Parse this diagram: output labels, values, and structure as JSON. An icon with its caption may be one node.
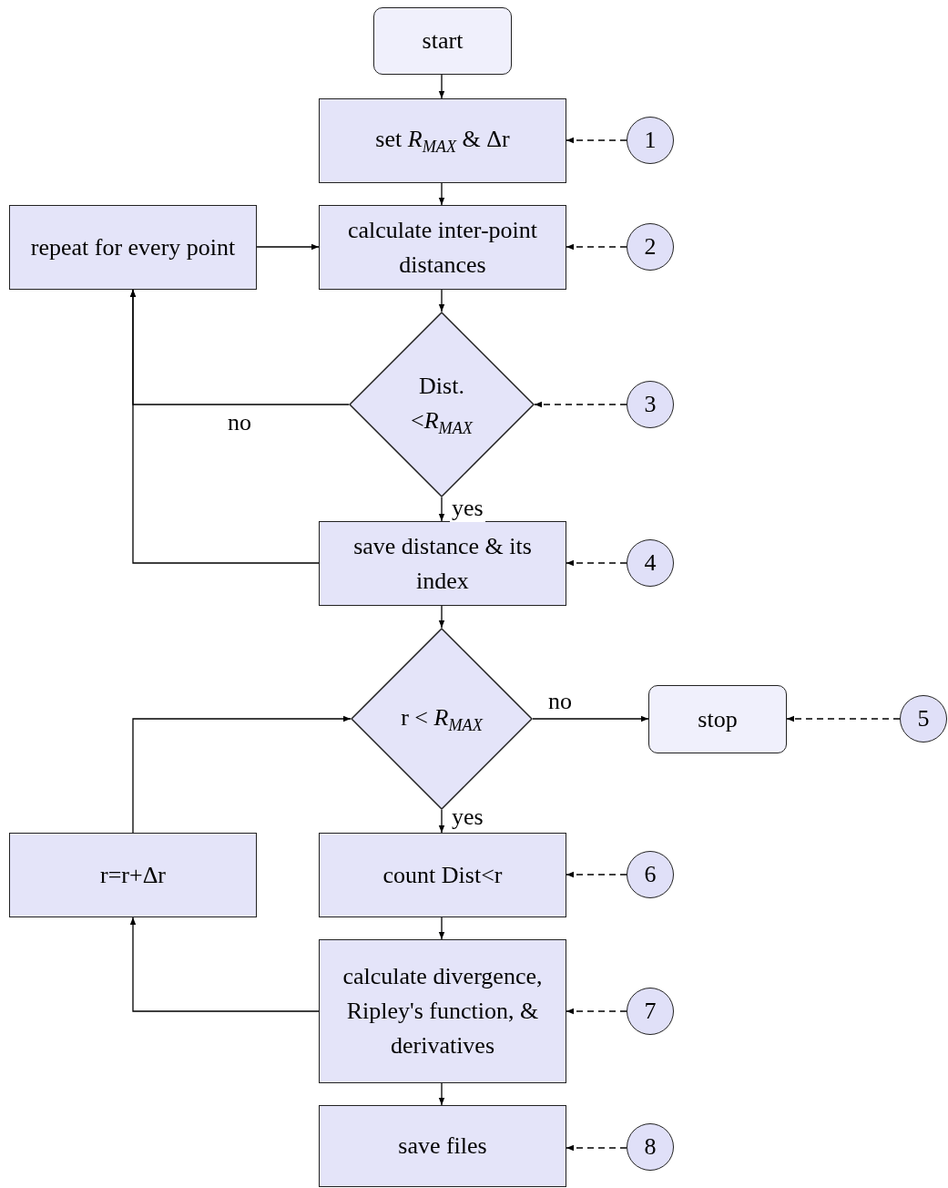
{
  "diagram": {
    "nodes": [
      {
        "text": [
          "start"
        ]
      },
      {
        "text": [
          "set *R*$_{MAX}$ & Δr"
        ]
      },
      {
        "text": [
          "1"
        ]
      },
      {
        "text": [
          "repeat for every point"
        ]
      },
      {
        "text": [
          "calculate inter-point distances"
        ]
      },
      {
        "text": [
          "2"
        ]
      },
      {
        "text": [
          "Dist. <*R*$_{MAX}$"
        ]
      },
      {
        "text": [
          "3"
        ]
      },
      {
        "text": [
          "save distance & its index"
        ]
      },
      {
        "text": [
          "4"
        ]
      },
      {
        "text": [
          "r < *R*$_{MAX}$"
        ]
      },
      {
        "text": [
          "stop"
        ]
      },
      {
        "text": [
          "5"
        ]
      },
      {
        "text": [
          "r=r+Δr"
        ]
      },
      {
        "text": [
          "count Dist<r"
        ]
      },
      {
        "text": [
          "6"
        ]
      },
      {
        "text": [
          "calculate divergence, Ripley's function, & derivatives"
        ]
      },
      {
        "text": [
          "7"
        ]
      },
      {
        "text": [
          "save files"
        ]
      },
      {
        "text": [
          "8"
        ]
      }
    ],
    "edges": [
      {
        "from": 0,
        "to": 1,
        "arrow": "to"
      },
      {
        "from": 2,
        "to": 1,
        "arrow": "to",
        "style": "dashed"
      },
      {
        "from": 1,
        "to": 4,
        "arrow": "to"
      },
      {
        "from": 3,
        "to": 4,
        "arrow": "to"
      },
      {
        "from": 5,
        "to": 4,
        "arrow": "to",
        "style": "dashed"
      },
      {
        "from": 4,
        "to": 6,
        "arrow": "to"
      },
      {
        "from": 7,
        "to": 6,
        "arrow": "to",
        "style": "dashed"
      },
      {
        "from": 6,
        "to": 3,
        "arrow": "to",
        "label": "no"
      },
      {
        "from": 6,
        "to": 8,
        "arrow": "to",
        "label": "yes"
      },
      {
        "from": 8,
        "to": 3,
        "arrow": "to"
      },
      {
        "from": 9,
        "to": 8,
        "arrow": "to",
        "style": "dashed"
      },
      {
        "from": 8,
        "to": 10,
        "arrow": "to"
      },
      {
        "from": 10,
        "to": 11,
        "arrow": "to",
        "label": "no"
      },
      {
        "from": 12,
        "to": 11,
        "arrow": "to",
        "style": "dashed"
      },
      {
        "from": 10,
        "to": 14,
        "arrow": "to",
        "label": "yes"
      },
      {
        "from": 15,
        "to": 14,
        "arrow": "to",
        "style": "dashed"
      },
      {
        "from": 14,
        "to": 16,
        "arrow": "to"
      },
      {
        "from": 16,
        "to": 13,
        "arrow": "to"
      },
      {
        "from": 13,
        "to": 10,
        "arrow": "to"
      },
      {
        "from": 17,
        "to": 16,
        "arrow": "to",
        "style": "dashed"
      },
      {
        "from": 16,
        "to": 18,
        "arrow": "to"
      },
      {
        "from": 19,
        "to": 18,
        "arrow": "to",
        "style": "dashed"
      }
    ]
  }
}
